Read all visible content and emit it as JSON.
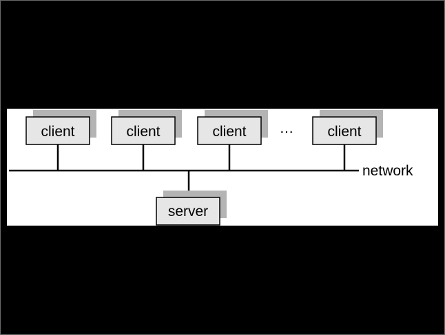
{
  "diagram": {
    "clients": [
      {
        "label": "client"
      },
      {
        "label": "client"
      },
      {
        "label": "client"
      },
      {
        "label": "client"
      }
    ],
    "ellipsis": "…",
    "server": {
      "label": "server"
    },
    "network": {
      "label": "network"
    },
    "colors": {
      "background": "#000000",
      "panel": "#ffffff",
      "box_fill": "#e6e6e6",
      "box_shadow": "#b4b4b4",
      "line": "#000000"
    }
  }
}
